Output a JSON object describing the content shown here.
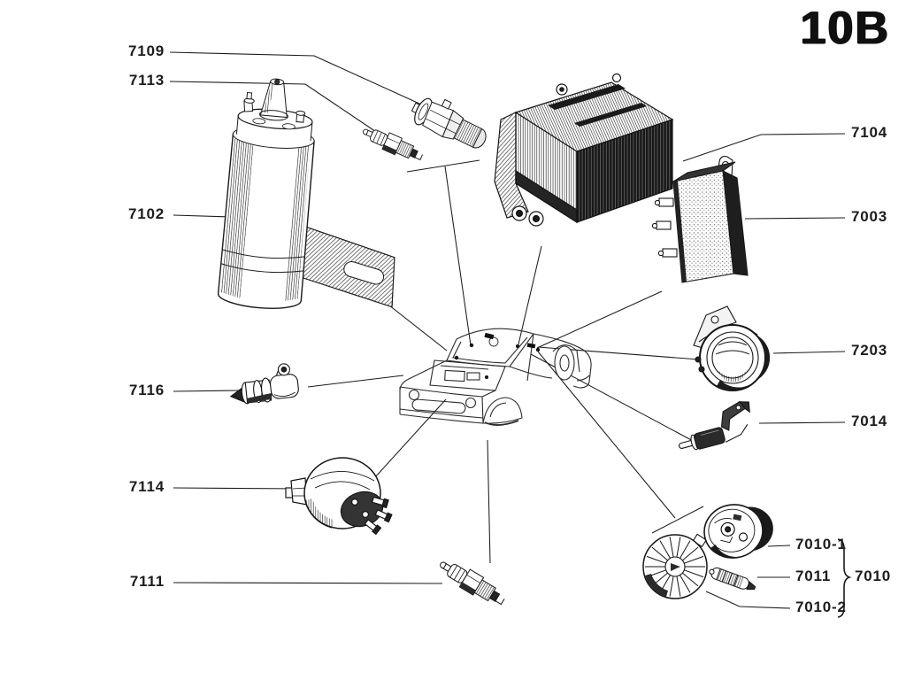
{
  "plate": {
    "code": "10B"
  },
  "parts": [
    {
      "label": "7109"
    },
    {
      "label": "7113"
    },
    {
      "label": "7102"
    },
    {
      "label": "7116"
    },
    {
      "label": "7114"
    },
    {
      "label": "7111"
    },
    {
      "label": "7104"
    },
    {
      "label": "7003"
    },
    {
      "label": "7203"
    },
    {
      "label": "7014"
    },
    {
      "label": "7010-1"
    },
    {
      "label": "7011"
    },
    {
      "label": "7010-2"
    },
    {
      "label": "7010"
    }
  ]
}
